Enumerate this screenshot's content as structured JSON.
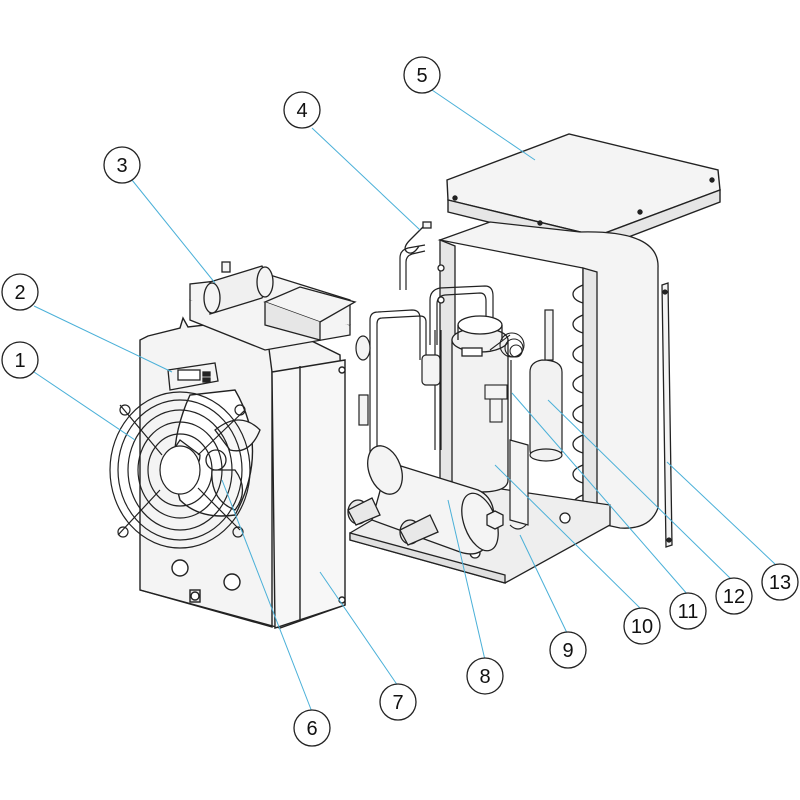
{
  "colors": {
    "outline": "#222222",
    "panel_fill": "#f4f4f4",
    "panel_shade": "#e6e6e6",
    "leader_line": "#4ab0d8",
    "background": "#ffffff"
  },
  "callouts": [
    {
      "label": "1"
    },
    {
      "label": "2"
    },
    {
      "label": "3"
    },
    {
      "label": "4"
    },
    {
      "label": "5"
    },
    {
      "label": "6"
    },
    {
      "label": "7"
    },
    {
      "label": "8"
    },
    {
      "label": "9"
    },
    {
      "label": "10"
    },
    {
      "label": "11"
    },
    {
      "label": "12"
    },
    {
      "label": "13"
    }
  ]
}
